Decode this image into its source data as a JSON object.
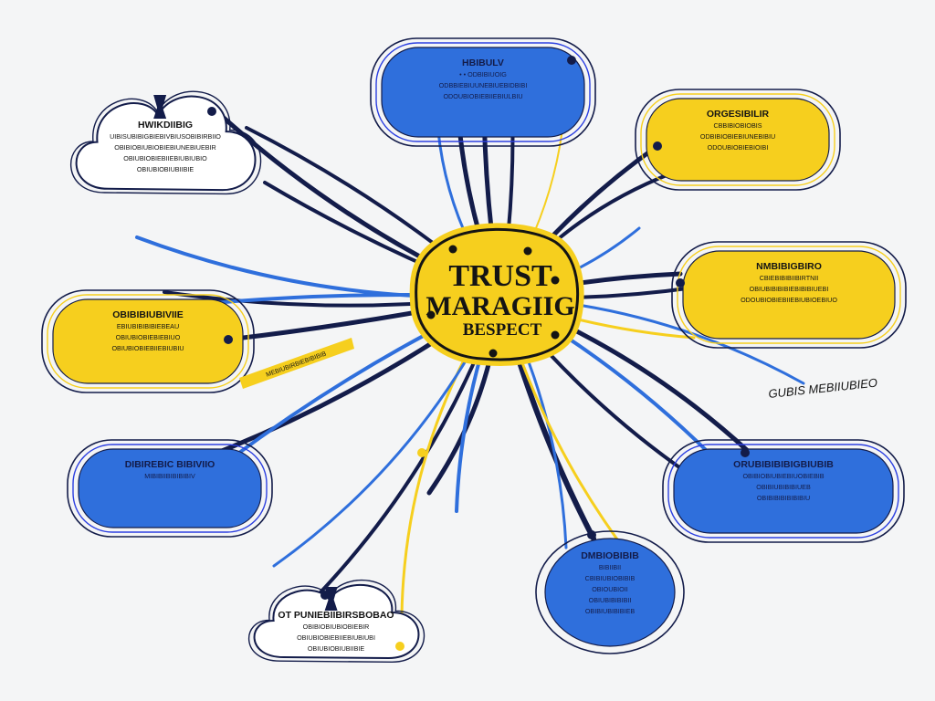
{
  "colors": {
    "navy": "#131c4a",
    "blue": "#2f6fdc",
    "blue_bright": "#2c3fe0",
    "yellow": "#f6cf1e",
    "cloud_white": "#ffffff",
    "background": "#f4f5f6",
    "ink": "#141414"
  },
  "center": {
    "lines": [
      "TRUST",
      "MARAGIIG",
      "BESPECT"
    ]
  },
  "nodes": [
    {
      "id": "top",
      "shape": "pill",
      "fill": "blue",
      "lines": [
        "HBIBULV",
        "• • ODBIBIUOIG",
        "ODBBIEBIUUNEBIUEBIDBIBI",
        "ODOUBIOBIEBIIEBIULBIU"
      ]
    },
    {
      "id": "top-right",
      "shape": "pill",
      "fill": "yellow",
      "lines": [
        "ORGESIBILIR",
        "CBBIBIOBIOBIS",
        "ODBIBIOBIEBIUNEBIBIU",
        "ODOUBIOBIEBIOIBI"
      ]
    },
    {
      "id": "right",
      "shape": "pill",
      "fill": "yellow",
      "lines": [
        "NMBIBIGBIRO",
        "CBIEBIBIBIIBIRTNII",
        "OBIUBIBIBIBIEBIBIBIUEBI",
        "ODOUBIOBIEBIIEBIUBIOEBIUO"
      ]
    },
    {
      "id": "bottom-right",
      "shape": "pill",
      "fill": "blue",
      "lines": [
        "ORUBIBIBIBIGBIUBIB",
        "OBIBIOBIUBIEBIUOBIEBIB",
        "OBIBIUBIBIBIUEB",
        "OBIBIBIBIBIBIBIU"
      ]
    },
    {
      "id": "bottom",
      "shape": "ellipse",
      "fill": "blue",
      "lines": [
        "DMBIOBIBIB",
        "BIBIIBII",
        "CBIBIUBIOBIBIB",
        "OBIOUBIOII",
        "OBIUBIBIBIBII",
        "OBIBIUBIBIBIEB"
      ]
    },
    {
      "id": "bottom-left",
      "shape": "cloud",
      "fill": "white",
      "lines": [
        "OT PUNIEBIIBIRSBOBAO",
        "OBIBIOBIUBIOBIEBIR",
        "OBIUBIOBIEBIIEBIUBIUBI",
        "OBIUBIOBIUBIIBIE"
      ]
    },
    {
      "id": "left",
      "shape": "pill",
      "fill": "blue",
      "lines": [
        "DIBIREBIC BIBIVIIO",
        "MIBIBIIBIBIBIBIV"
      ]
    },
    {
      "id": "upper-left",
      "shape": "pill",
      "fill": "yellow",
      "lines": [
        "OBIBIBIUBIVIIE",
        "EBIUBIBIBIBIEBEAU",
        "OBIUBIOBIEBIEBIUO",
        "OBIUBIOBIEBIIEBIUBIU"
      ]
    },
    {
      "id": "top-left",
      "shape": "cloud",
      "fill": "white",
      "lines": [
        "HWIKDIIBIG",
        "UIBISUBIBIGBIEBIVBIUSOBIBIRBIIO",
        "OBIBIOBIUBIOBIEBIUNEBIUEBIR",
        "OBIUBIOBIEBIIEBIUBIUBIO",
        "OBIUBIOBIUBIIBIE"
      ]
    }
  ],
  "labels": {
    "ribbon": "MEBIUBIRBIEBIBIBIB",
    "side_note": "GUBIS MEBIIUBIEO"
  }
}
